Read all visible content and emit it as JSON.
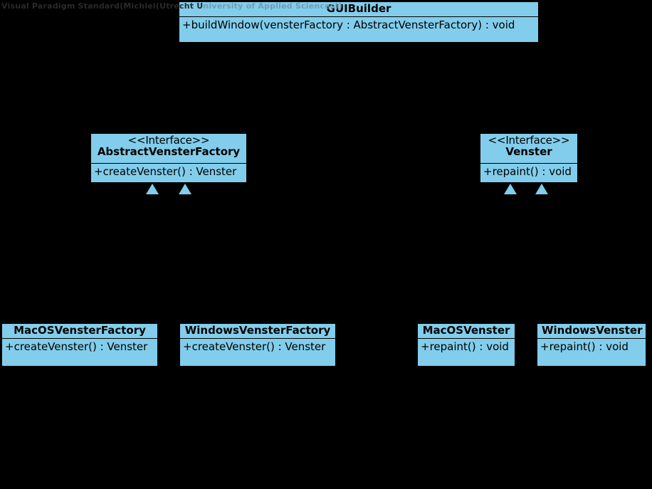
{
  "diagram": {
    "type": "uml-class-diagram",
    "background_color": "#000000",
    "class_fill_color": "#82cdeb",
    "class_border_color": "#000000",
    "text_color": "#000000",
    "watermark": {
      "full_text": "Visual Paradigm Standard(Michiel(Utrecht University of Applied Sciences))",
      "part_outside_box": "Visual Paradigm Standard(Michiel(Utrecht U",
      "part_over_box": "niversity of Applied Sciences))",
      "color_outside": "#2a2a2a",
      "color_over_box": "#6f9eb5"
    }
  },
  "classes": {
    "gui_builder": {
      "name": "GUIBuilder",
      "stereotype": "",
      "methods": [
        "+buildWindow(vensterFactory : AbstractVensterFactory) : void"
      ]
    },
    "abstract_venster_factory": {
      "name": "AbstractVensterFactory",
      "stereotype": "<<Interface>>",
      "methods": [
        "+createVenster() : Venster"
      ]
    },
    "venster": {
      "name": "Venster",
      "stereotype": "<<Interface>>",
      "methods": [
        "+repaint() : void"
      ]
    },
    "macos_venster_factory": {
      "name": "MacOSVensterFactory",
      "stereotype": "",
      "methods": [
        "+createVenster() : Venster"
      ]
    },
    "windows_venster_factory": {
      "name": "WindowsVensterFactory",
      "stereotype": "",
      "methods": [
        "+createVenster() : Venster"
      ]
    },
    "macos_venster": {
      "name": "MacOSVenster",
      "stereotype": "",
      "methods": [
        "+repaint() : void"
      ]
    },
    "windows_venster": {
      "name": "WindowsVenster",
      "stereotype": "",
      "methods": [
        "+repaint() : void"
      ]
    }
  },
  "relationships": [
    {
      "kind": "generalization",
      "from": "MacOSVensterFactory",
      "to": "AbstractVensterFactory"
    },
    {
      "kind": "generalization",
      "from": "WindowsVensterFactory",
      "to": "AbstractVensterFactory"
    },
    {
      "kind": "generalization",
      "from": "MacOSVenster",
      "to": "Venster"
    },
    {
      "kind": "generalization",
      "from": "WindowsVenster",
      "to": "Venster"
    }
  ]
}
